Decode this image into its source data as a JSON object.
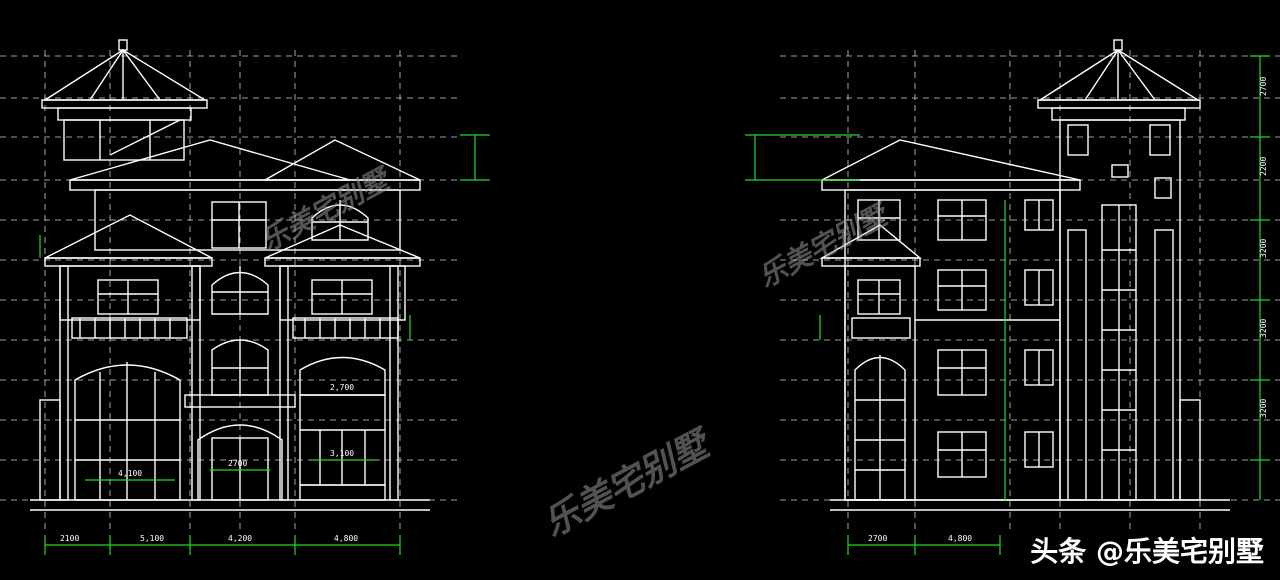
{
  "watermark": {
    "text": "乐美宅别墅"
  },
  "badge": {
    "text": "头条 @乐美宅别墅"
  },
  "left_elevation": {
    "bottom_dims": [
      "2100",
      "5,100",
      "4,200",
      "4,800"
    ],
    "door_dim": "2700",
    "window_dims": [
      "4,100",
      "3,100",
      "2,700"
    ]
  },
  "right_elevation": {
    "bottom_dims": [
      "2700",
      "4,800"
    ],
    "side_dims": [
      "2700",
      "2200",
      "3200",
      "3200",
      "3200"
    ]
  },
  "colors": {
    "background": "#000000",
    "lines": "#ffffff",
    "grid": "#d8d8d8",
    "dimension": "#22dd22"
  }
}
